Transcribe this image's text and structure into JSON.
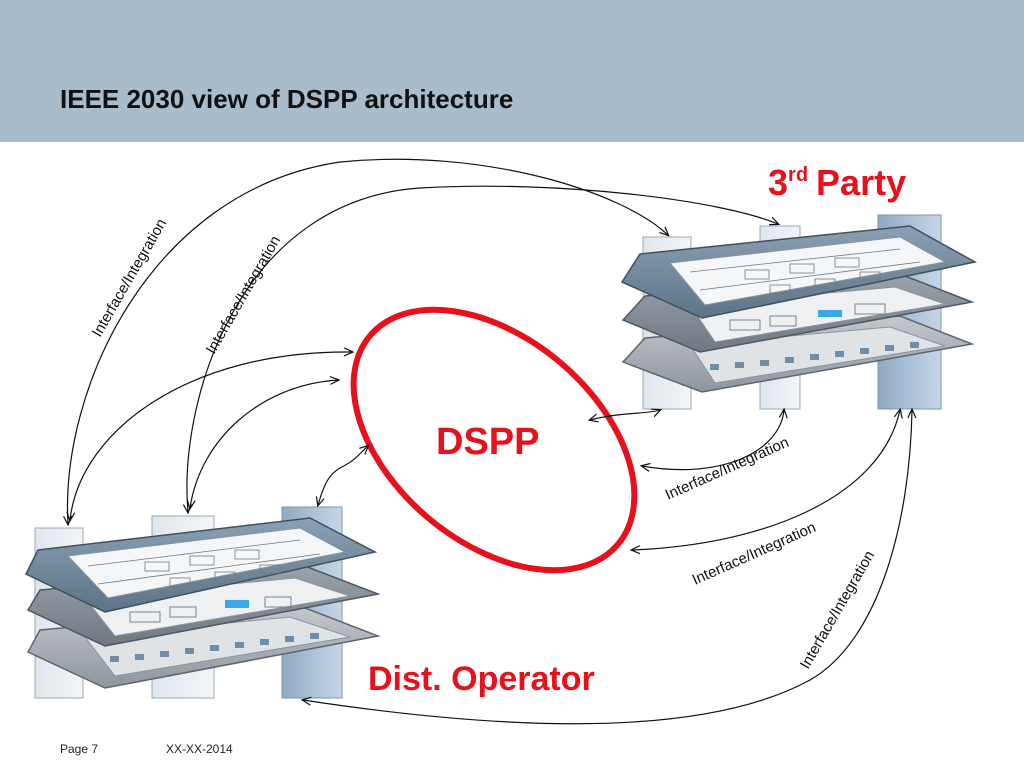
{
  "slide": {
    "title": "IEEE 2030 view of DSPP architecture"
  },
  "nodes": {
    "center": "DSPP",
    "third_party_num": "3",
    "third_party_sup": "rd",
    "third_party_word": "Party",
    "dist_operator": "Dist. Operator"
  },
  "connectors": {
    "label_1": "Interface/Integration",
    "label_2": "Interface/Integration",
    "label_3": "Interface/Integration",
    "label_4": "Interface/Integration",
    "label_5": "Interface/Integration"
  },
  "footer": {
    "page": "Page 7",
    "date": "XX-XX-2014"
  },
  "colors": {
    "header_bg": "#a8bccb",
    "accent_red": "#e8101a"
  }
}
